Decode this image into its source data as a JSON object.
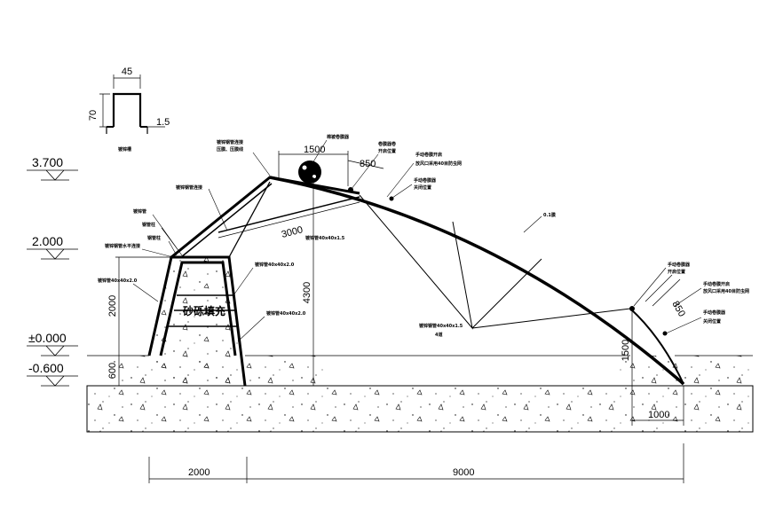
{
  "levels": {
    "elev_3700": "3.700",
    "elev_2000": "2.000",
    "elev_0": "±0.000",
    "elev_neg600": "-0.600"
  },
  "profile_detail": {
    "width": "45",
    "height": "70",
    "thickness": "1.5",
    "caption": "镀锌槽"
  },
  "dimensions": {
    "d_1500_top": "1500",
    "d_850_top": "850",
    "d_3000": "3000",
    "d_4300": "4300",
    "d_2000_wall": "2000",
    "d_600": "600",
    "d_850_right": "850",
    "d_1500_right": "1500",
    "d_1000": "1000",
    "d_2000_bottom": "2000",
    "d_9000": "9000"
  },
  "labels": {
    "sand_fill": "砂砾填充",
    "film": "0.1膜",
    "top_rollbar_1": "卷膜器卷",
    "top_rollbar_2": "开启位置",
    "top_vent_1": "手动卷膜开启",
    "top_vent_2": "放风口采用40目防虫网",
    "top_motor_1": "手动卷膜器",
    "top_motor_2": "关闭位置",
    "ridge_1": "镀锌钢管连接",
    "ridge_2": "压膜、压膜线",
    "rafter_left": "镀锌钢管连接",
    "upper_chord": "镀锌管40x40x1.5",
    "left_tube_1": "镀锌管",
    "left_tube_2": "钢管柱",
    "left_tube_3": "钢管柱",
    "left_tube_4": "镀锌钢管水平连接",
    "left_tube_5": "镀锌管40x40x2.0",
    "wall_tube_1": "镀锌管40x40x2.0",
    "wall_tube_2": "镀锌管40x40x2.0",
    "web_members_1": "镀锌钢管40x40x1.5",
    "web_members_2": "4道",
    "right_vent_1": "手动卷膜器",
    "right_vent_2": "开启位置",
    "right_vent_3": "手动卷膜开启",
    "right_vent_4": "放风口采用40目防虫网",
    "right_motor_1": "手动卷膜器",
    "right_motor_2": "关闭位置",
    "ball": "棉被卷膜器"
  }
}
